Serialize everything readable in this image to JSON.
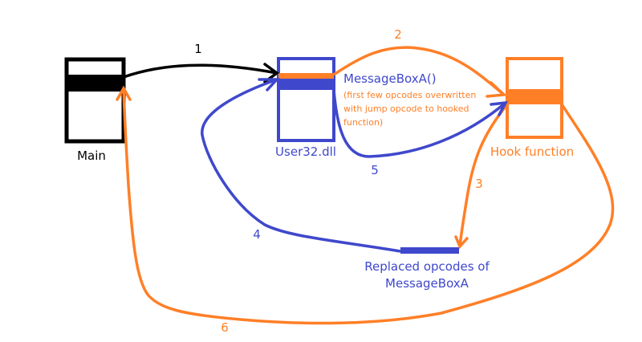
{
  "diagram": {
    "colors": {
      "main": "#000000",
      "dll": "#3f48cc",
      "hook": "#ff7f27",
      "background": "#ffffff"
    },
    "nodes": {
      "main": {
        "label": "Main"
      },
      "user32": {
        "label": "User32.dll"
      },
      "hook": {
        "label": "Hook function"
      },
      "replaced": {
        "label_line1": "Replaced opcodes of",
        "label_line2": "MessageBoxA"
      }
    },
    "annotations": {
      "messagebox_title": "MessageBoxA()",
      "note_line1": "(first few opcodes overwritten",
      "note_line2": "with jump opcode to hooked",
      "note_line3": "function)"
    },
    "edges": [
      {
        "step": "1",
        "from": "Main",
        "to": "User32.dll",
        "color": "#000000"
      },
      {
        "step": "2",
        "from": "User32.dll",
        "to": "Hook function",
        "color": "#ff7f27"
      },
      {
        "step": "3",
        "from": "Hook function",
        "to": "Replaced opcodes of MessageBoxA",
        "color": "#ff7f27"
      },
      {
        "step": "4",
        "from": "Replaced opcodes of MessageBoxA",
        "to": "User32.dll",
        "color": "#3f48cc"
      },
      {
        "step": "5",
        "from": "User32.dll",
        "to": "Hook function",
        "color": "#3f48cc"
      },
      {
        "step": "6",
        "from": "Hook function",
        "to": "Main",
        "color": "#ff7f27"
      }
    ]
  }
}
